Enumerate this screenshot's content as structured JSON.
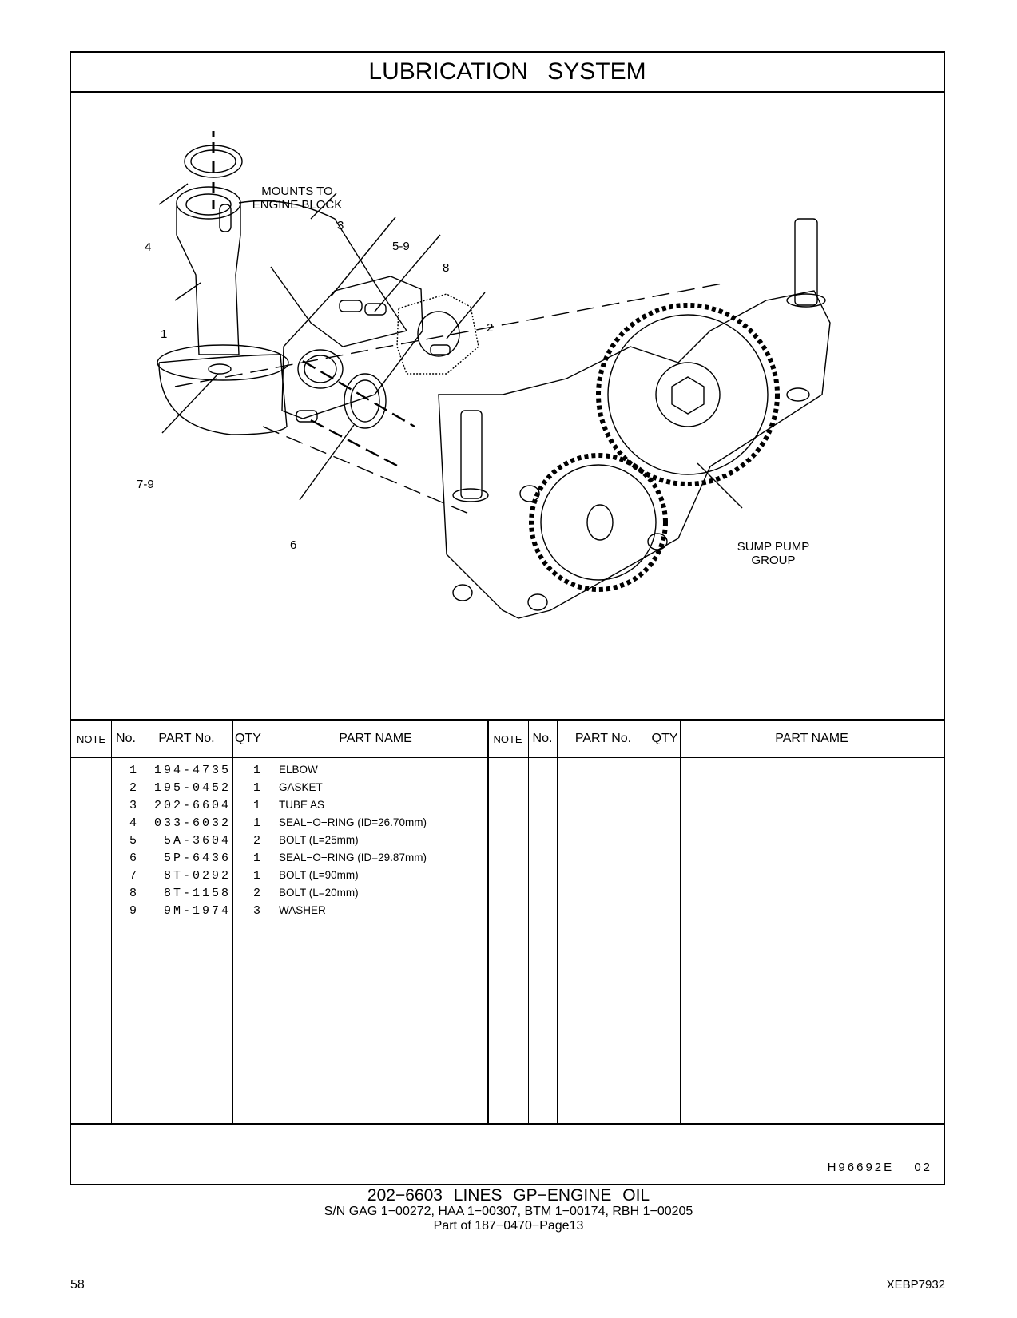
{
  "header": {
    "title": "LUBRICATION   SYSTEM"
  },
  "illustration": {
    "callouts": {
      "mounts": "MOUNTS  TO\nENGINE  BLOCK",
      "c3": "3",
      "c4": "4",
      "c59": "5-9",
      "c8": "8",
      "c2": "2",
      "c1": "1",
      "c79": "7-9",
      "c6": "6",
      "sump": "SUMP  PUMP\nGROUP"
    }
  },
  "table": {
    "headers": {
      "note": "NOTE",
      "no": "No.",
      "part_no": "PART No.",
      "qty": "QTY",
      "part_name": "PART NAME"
    },
    "rows": [
      {
        "no": "1",
        "part_no": "194-4735",
        "qty": "1",
        "name": "ELBOW"
      },
      {
        "no": "2",
        "part_no": "195-0452",
        "qty": "1",
        "name": "GASKET"
      },
      {
        "no": "3",
        "part_no": "202-6604",
        "qty": "1",
        "name": "TUBE  AS"
      },
      {
        "no": "4",
        "part_no": "033-6032",
        "qty": "1",
        "name": "SEAL−O−RING (ID=26.70mm)"
      },
      {
        "no": "5",
        "part_no": "5A-3604",
        "qty": "2",
        "name": "BOLT (L=25mm)"
      },
      {
        "no": "6",
        "part_no": "5P-6436",
        "qty": "1",
        "name": "SEAL−O−RING (ID=29.87mm)"
      },
      {
        "no": "7",
        "part_no": "8T-0292",
        "qty": "1",
        "name": "BOLT (L=90mm)"
      },
      {
        "no": "8",
        "part_no": "8T-1158",
        "qty": "2",
        "name": "BOLT (L=20mm)"
      },
      {
        "no": "9",
        "part_no": "9M-1974",
        "qty": "3",
        "name": "WASHER"
      }
    ],
    "code": "H96692E",
    "code_suffix": "02"
  },
  "footer": {
    "title": "202−6603  LINES  GP−ENGINE  OIL",
    "serials": "S/N GAG 1−00272, HAA 1−00307, BTM 1−00174, RBH 1−00205",
    "part_of": "Part of 187−0470−Page13",
    "page_number": "58",
    "doc_number": "XEBP7932"
  }
}
